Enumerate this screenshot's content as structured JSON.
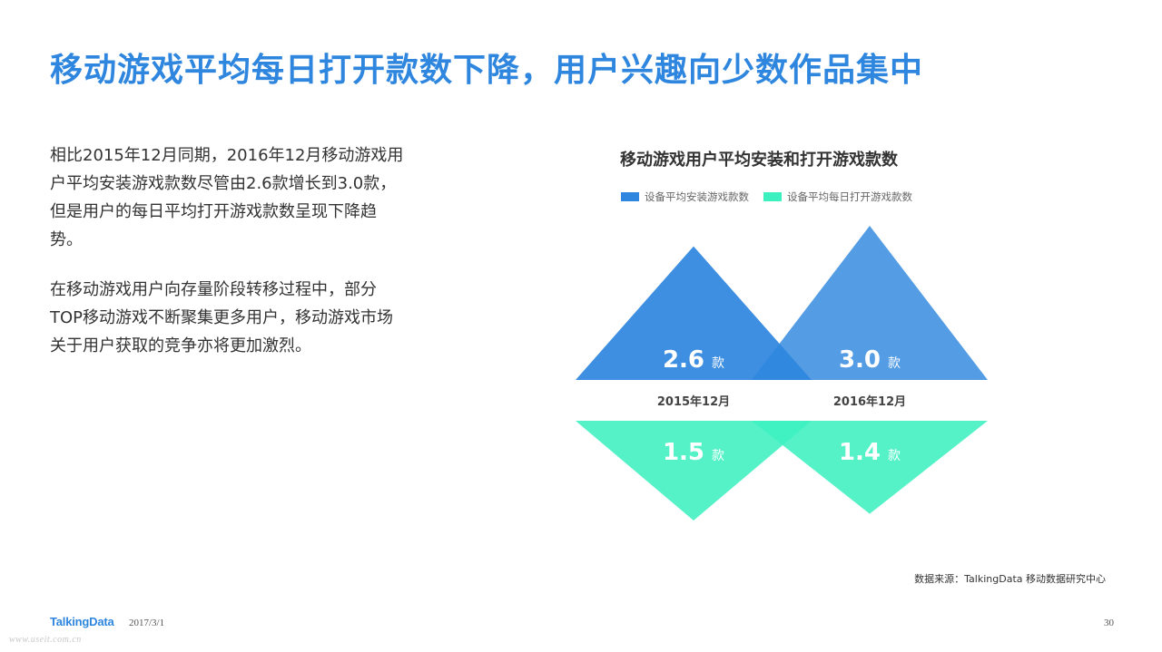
{
  "title": "移动游戏平均每日打开款数下降，用户兴趣向少数作品集中",
  "body": {
    "paragraphs": [
      "相比2015年12月同期，2016年12月移动游戏用户平均安装游戏款数尽管由2.6款增长到3.0款，但是用户的每日平均打开游戏款数呈现下降趋势。",
      "在移动游戏用户向存量阶段转移过程中，部分TOP移动游戏不断聚集更多用户，移动游戏市场关于用户获取的竞争亦将更加激烈。"
    ]
  },
  "chart_data": {
    "type": "bar",
    "title": "移动游戏用户平均安装和打开游戏款数",
    "categories": [
      "2015年12月",
      "2016年12月"
    ],
    "series": [
      {
        "name": "设备平均安装游戏款数",
        "values": [
          2.6,
          3.0
        ],
        "color": "#2e86de"
      },
      {
        "name": "设备平均每日打开游戏款数",
        "values": [
          1.5,
          1.4
        ],
        "color": "#3df0c0"
      }
    ],
    "unit": "款",
    "legend": "top-left"
  },
  "source": "数据来源：TalkingData  移动数据研究中心",
  "footer": {
    "logo": "TalkingData",
    "date": "2017/3/1",
    "page": "30",
    "watermark": "www.useit.com.cn"
  }
}
